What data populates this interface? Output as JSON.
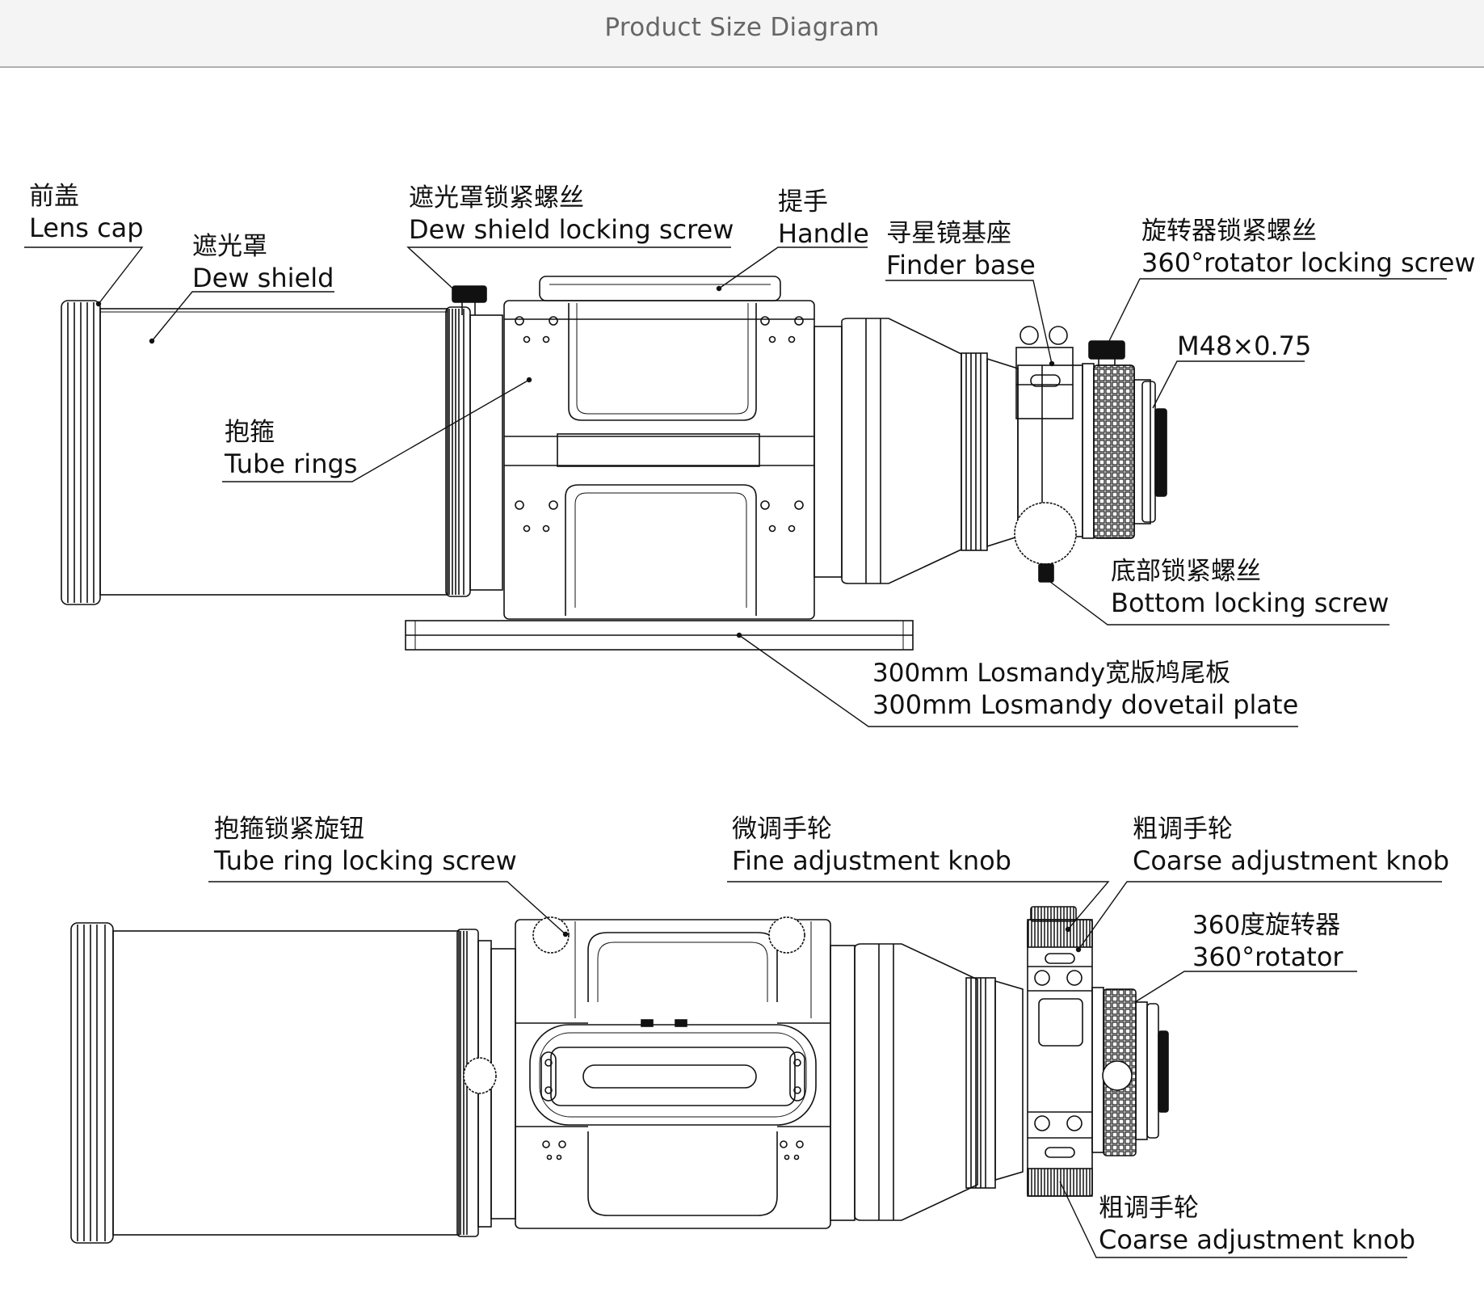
{
  "header": {
    "title": "Product Size Diagram"
  },
  "colors": {
    "header_bg": "#f4f4f4",
    "title_text": "#666666",
    "line": "#111111",
    "rule": "#b0b0b0"
  },
  "top_view": {
    "callouts": [
      {
        "id": "lens-cap",
        "cn": "前盖",
        "en": "Lens cap"
      },
      {
        "id": "dew-shield",
        "cn": "遮光罩",
        "en": "Dew shield"
      },
      {
        "id": "dew-shield-locking-screw",
        "cn": "遮光罩锁紧螺丝",
        "en": "Dew shield locking screw"
      },
      {
        "id": "handle",
        "cn": "提手",
        "en": "Handle"
      },
      {
        "id": "finder-base",
        "cn": "寻星镜基座",
        "en": "Finder base"
      },
      {
        "id": "rotator-locking-screw",
        "cn": "旋转器锁紧螺丝",
        "en": "360°rotator locking screw"
      },
      {
        "id": "thread-spec",
        "cn": "",
        "en": "M48×0.75"
      },
      {
        "id": "tube-rings",
        "cn": "抱箍",
        "en": "Tube rings"
      },
      {
        "id": "bottom-locking-screw",
        "cn": "底部锁紧螺丝",
        "en": "Bottom locking screw"
      },
      {
        "id": "dovetail-plate",
        "cn": "300mm Losmandy宽版鸠尾板",
        "en": "300mm Losmandy dovetail plate"
      }
    ]
  },
  "bottom_view": {
    "callouts": [
      {
        "id": "tube-ring-locking-screw",
        "cn": "抱箍锁紧旋钮",
        "en": "Tube ring locking screw"
      },
      {
        "id": "fine-adjustment-knob",
        "cn": "微调手轮",
        "en": "Fine adjustment knob"
      },
      {
        "id": "coarse-adjustment-knob-top",
        "cn": "粗调手轮",
        "en": "Coarse adjustment knob"
      },
      {
        "id": "rotator",
        "cn": "360度旋转器",
        "en": "360°rotator"
      },
      {
        "id": "coarse-adjustment-knob-bottom",
        "cn": "粗调手轮",
        "en": "Coarse adjustment knob"
      }
    ]
  }
}
